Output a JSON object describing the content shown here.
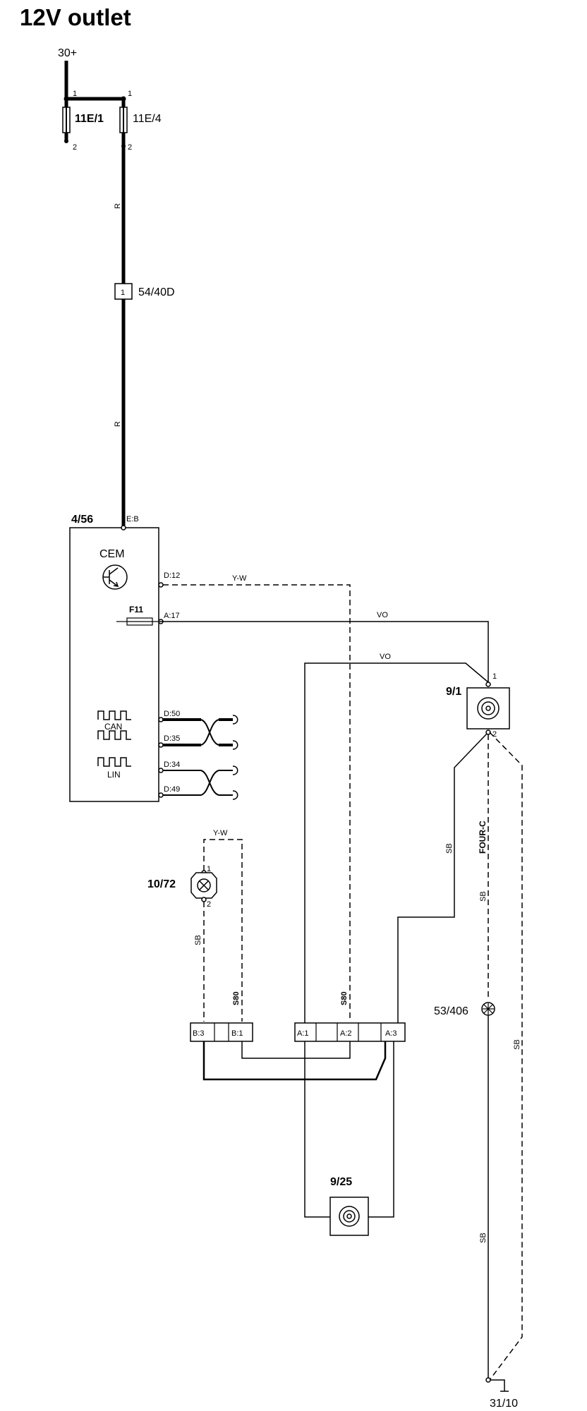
{
  "title": "12V outlet",
  "supply": {
    "label": "30+"
  },
  "fuses": [
    {
      "id": "11E/1",
      "pin_top": "1",
      "pin_bottom": "2"
    },
    {
      "id": "11E/4",
      "pin_top": "1",
      "pin_bottom": "2"
    }
  ],
  "connector_54": {
    "pin": "1",
    "label": "54/40D"
  },
  "wire_colors": {
    "red_1": "R",
    "red_2": "R",
    "yw_cem": "Y-W",
    "vo_1": "VO",
    "vo_2": "VO",
    "yw_lamp": "Y-W",
    "sb_lamp": "SB",
    "s80_1": "S80",
    "s80_2": "S80",
    "sb_1": "SB",
    "sb_2": "SB",
    "sb_3": "SB",
    "sb_4": "SB",
    "four_c": "FOUR-C"
  },
  "cem": {
    "id": "4/56",
    "name": "CEM",
    "fuse": "F11",
    "pins": {
      "eb": "E:B",
      "d12": "D:12",
      "a17": "A:17",
      "d50": "D:50",
      "d35": "D:35",
      "d34": "D:34",
      "d49": "D:49"
    },
    "can_label": "CAN",
    "lin_label": "LIN"
  },
  "outlet_91": {
    "id": "9/1",
    "pin1": "1",
    "pin2": "2"
  },
  "lamp_1072": {
    "id": "10/72",
    "pin1": "1",
    "pin2": "2"
  },
  "splice": {
    "id": "53/406"
  },
  "conn_b": [
    "B:3",
    "B:1"
  ],
  "conn_a": [
    "A:1",
    "A:2",
    "A:3"
  ],
  "outlet_925": {
    "id": "9/25"
  },
  "ground": {
    "id": "31/10"
  }
}
